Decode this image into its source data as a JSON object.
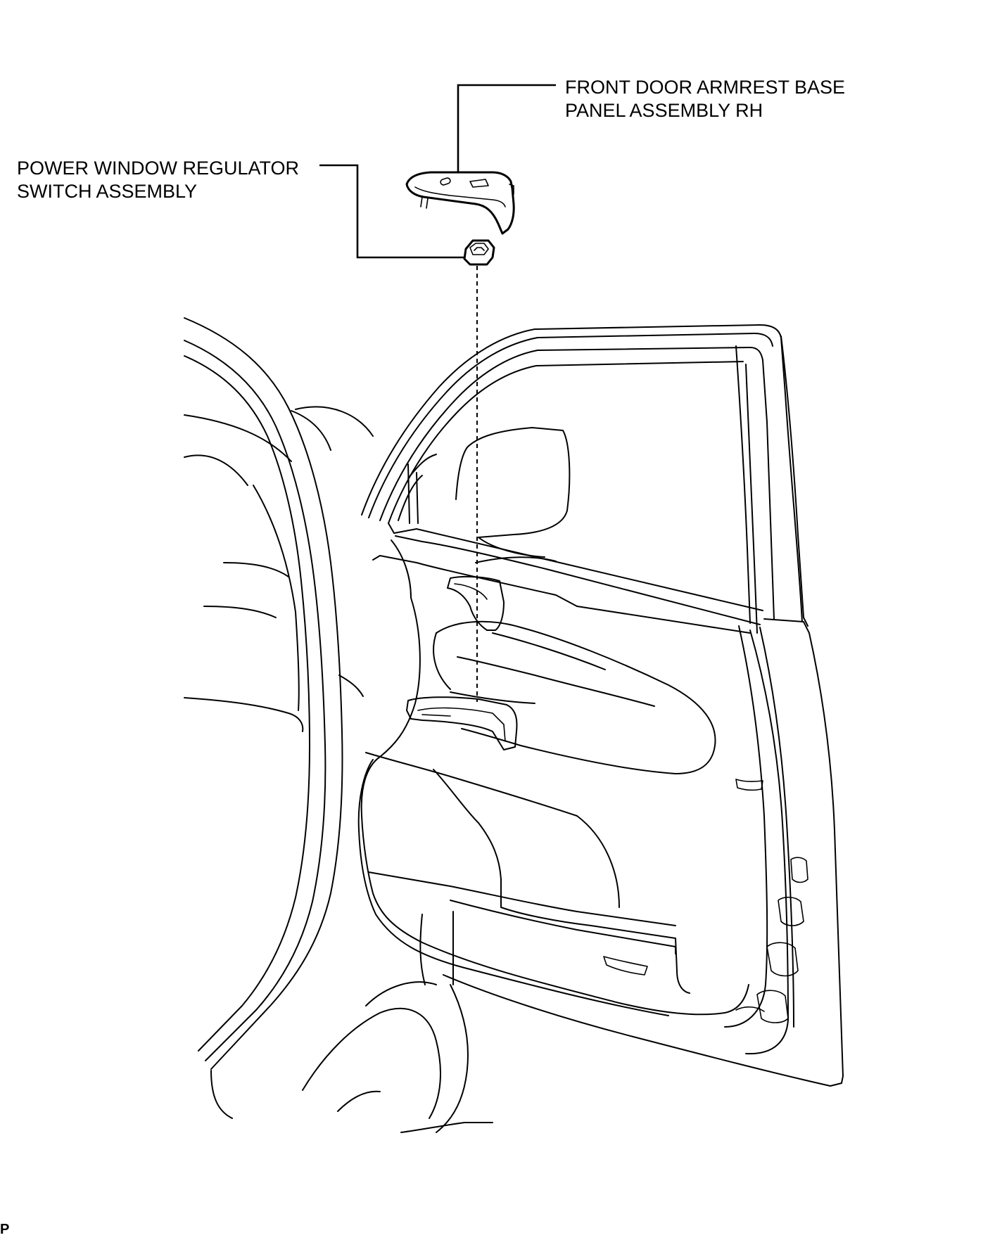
{
  "labels": {
    "armrest_line1": "FRONT DOOR ARMREST BASE",
    "armrest_line2": "PANEL ASSEMBLY RH",
    "switch_line1": "POWER WINDOW REGULATOR",
    "switch_line2": "SWITCH ASSEMBLY"
  },
  "footer": {
    "code": "P"
  }
}
